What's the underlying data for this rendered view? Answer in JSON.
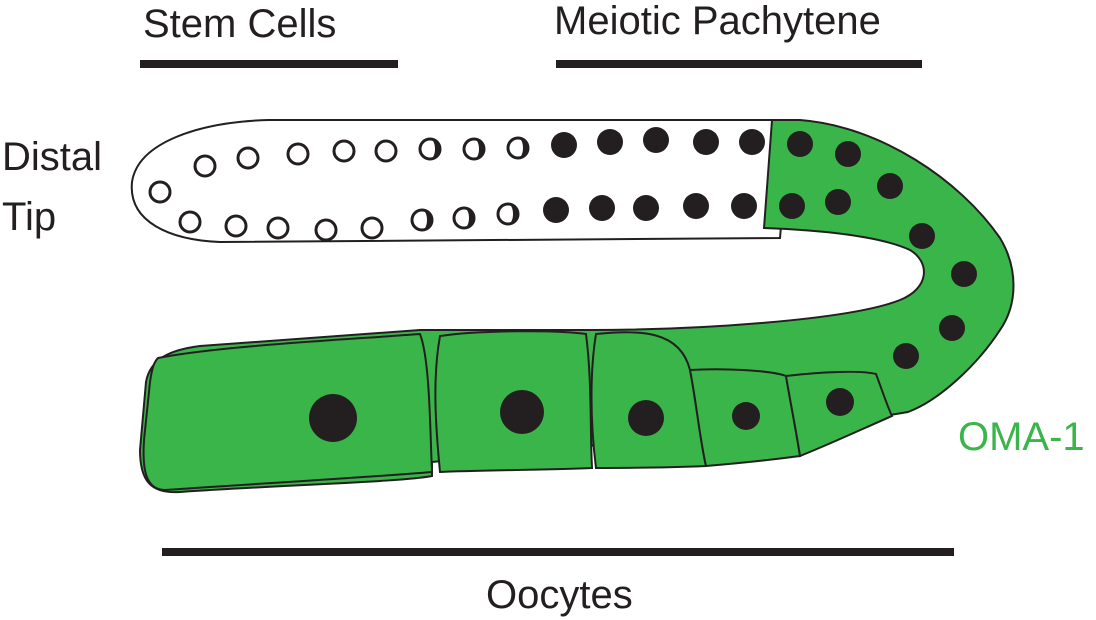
{
  "labels": {
    "stem_cells": "Stem Cells",
    "meiotic_pachytene": "Meiotic Pachytene",
    "distal_line1": "Distal",
    "distal_line2": "Tip",
    "oma1": "OMA-1",
    "oocytes": "Oocytes"
  },
  "colors": {
    "green": "#3ab54a",
    "ink": "#231f20",
    "background": "#ffffff"
  }
}
